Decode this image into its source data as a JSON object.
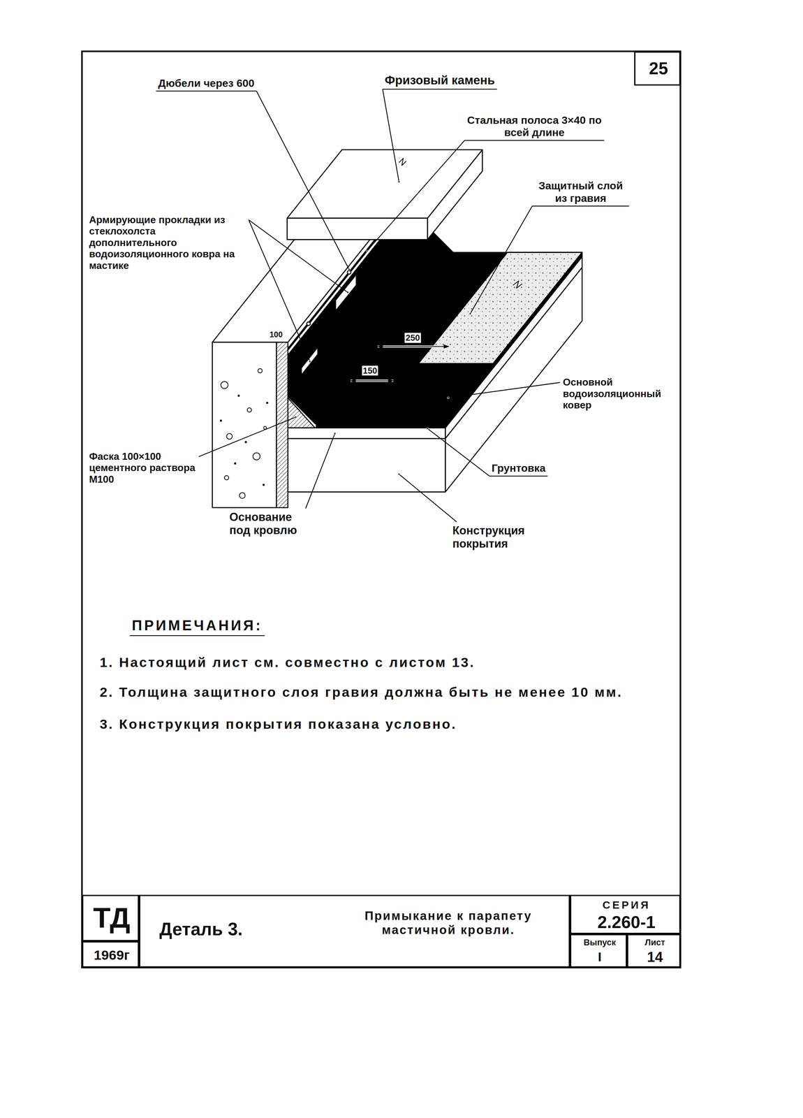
{
  "diagram": {
    "nodes": [
      {
        "text": [
          "25"
        ]
      },
      {
        "text": [
          "ТД"
        ]
      },
      {
        "text": [
          "1969г"
        ]
      },
      {
        "text": [
          "Деталь 3.",
          "Примыкание к парапету мастичной кровли."
        ]
      },
      {
        "text": [
          "СЕРИЯ",
          "2.260-1"
        ]
      },
      {
        "text": [
          "Выпуск",
          "I"
        ]
      },
      {
        "text": [
          "Лист",
          "14"
        ]
      }
    ],
    "labels": [
      "Дюбели через 600",
      "Фризовый камень",
      "Стальная полоса 3×40 по всей длине",
      "Защитный слой из гравия",
      "Армирующие прокладки из стеклохолста дополнительного водоизоляционного ковра на мастике",
      "100",
      "250",
      "150",
      "Основной водоизоляционный ковер",
      "Фаска 100×100 цементного раствора М100",
      "Грунтовка",
      "Основание под кровлю",
      "Конструкция покрытия",
      "ПРИМЕЧАНИЯ:",
      "1. Настоящий лист см. совместно с листом 13.",
      "2. Толщина защитного слоя гравия должна быть не менее 10 мм.",
      "3. Конструкция покрытия показана условно."
    ]
  }
}
